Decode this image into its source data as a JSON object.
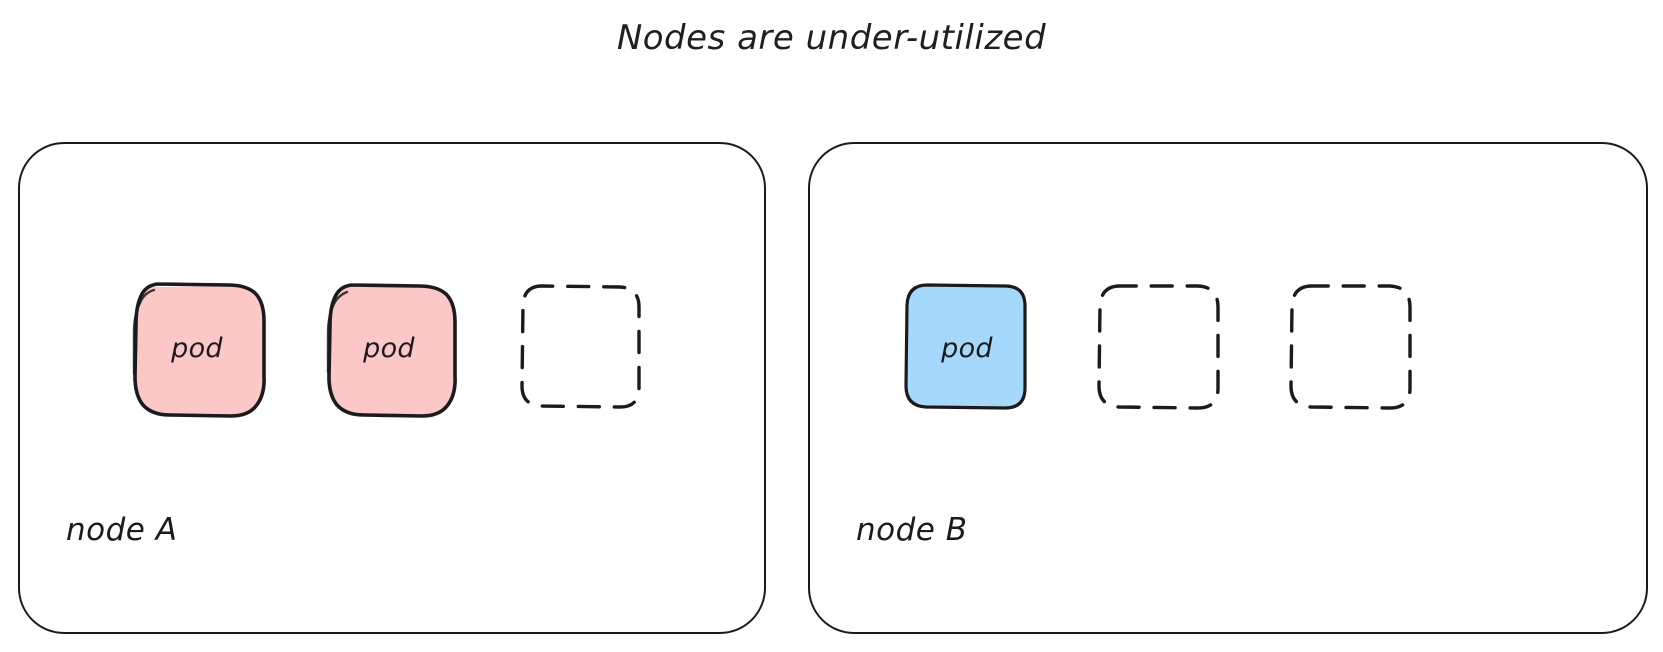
{
  "title": "Nodes are under-utilized",
  "colors": {
    "pod_pink": "#FCC7C7",
    "pod_blue": "#A5D8FA",
    "stroke": "#1b1b1b",
    "background": "#ffffff"
  },
  "nodes": [
    {
      "id": "node-a",
      "label": "node A",
      "slots": [
        {
          "state": "filled",
          "color": "pod_pink",
          "label": "pod",
          "sketchy": true
        },
        {
          "state": "filled",
          "color": "pod_pink",
          "label": "pod",
          "sketchy": true
        },
        {
          "state": "empty",
          "color": "",
          "label": "",
          "sketchy": false
        }
      ]
    },
    {
      "id": "node-b",
      "label": "node B",
      "slots": [
        {
          "state": "filled",
          "color": "pod_blue",
          "label": "pod",
          "sketchy": false
        },
        {
          "state": "empty",
          "color": "",
          "label": "",
          "sketchy": false
        },
        {
          "state": "empty",
          "color": "",
          "label": "",
          "sketchy": false
        }
      ]
    }
  ]
}
